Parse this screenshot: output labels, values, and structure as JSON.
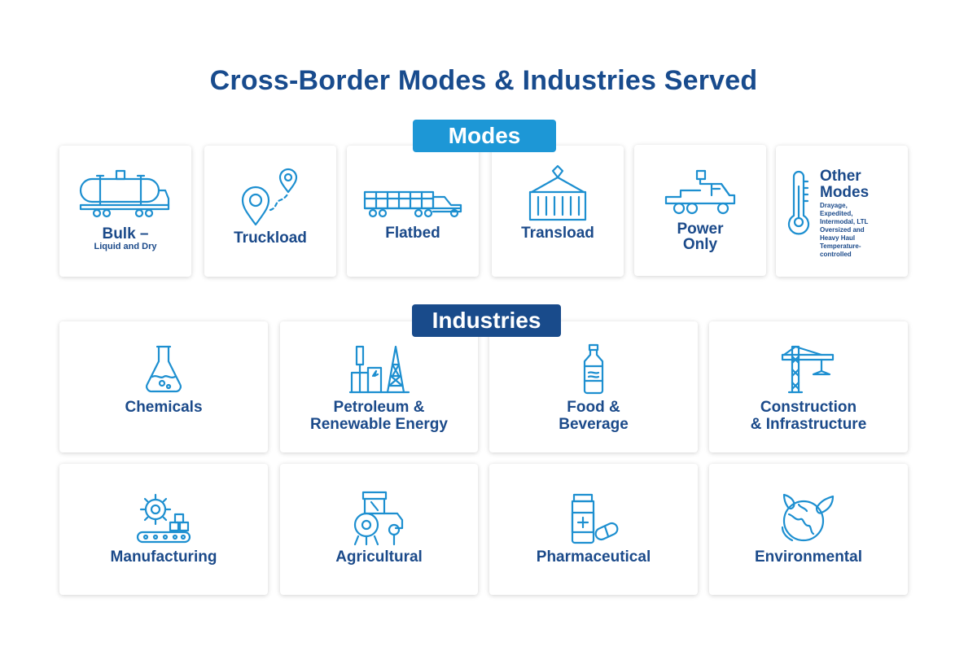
{
  "title": "Cross-Border Modes & Industries Served",
  "modes_heading": "Modes",
  "industries_heading": "Industries",
  "colors": {
    "accent": "#1d97d6",
    "navy": "#194b8b",
    "icon": "#1d8fd0",
    "text": "#1b4a8a"
  },
  "modes": [
    {
      "label": "Bulk –",
      "sublabel": "Liquid and Dry",
      "icon": "tanker-icon"
    },
    {
      "label": "Truckload",
      "icon": "map-pin-route-icon"
    },
    {
      "label": "Flatbed",
      "icon": "flatbed-truck-icon"
    },
    {
      "label": "Transload",
      "icon": "container-crane-icon"
    },
    {
      "label": "Power",
      "label2": "Only",
      "icon": "semi-tractor-icon"
    },
    {
      "label": "Other",
      "label2": "Modes",
      "icon": "thermometer-icon",
      "desc": [
        "Drayage,",
        "Expedited,",
        "Intermodal, LTL",
        "Oversized and",
        "Heavy Haul",
        "Temperature-",
        "controlled"
      ]
    }
  ],
  "industries": [
    {
      "label": "Chemicals",
      "icon": "flask-icon"
    },
    {
      "label": "Petroleum &",
      "label2": "Renewable Energy",
      "icon": "refinery-icon"
    },
    {
      "label": "Food &",
      "label2": "Beverage",
      "icon": "bottle-icon"
    },
    {
      "label": "Construction",
      "label2": "& Infrastructure",
      "icon": "tower-crane-icon"
    },
    {
      "label": "Manufacturing",
      "icon": "gear-conveyor-icon"
    },
    {
      "label": "Agricultural",
      "icon": "tractor-icon"
    },
    {
      "label": "Pharmaceutical",
      "icon": "medicine-icon"
    },
    {
      "label": "Environmental",
      "icon": "globe-leaves-icon"
    }
  ]
}
